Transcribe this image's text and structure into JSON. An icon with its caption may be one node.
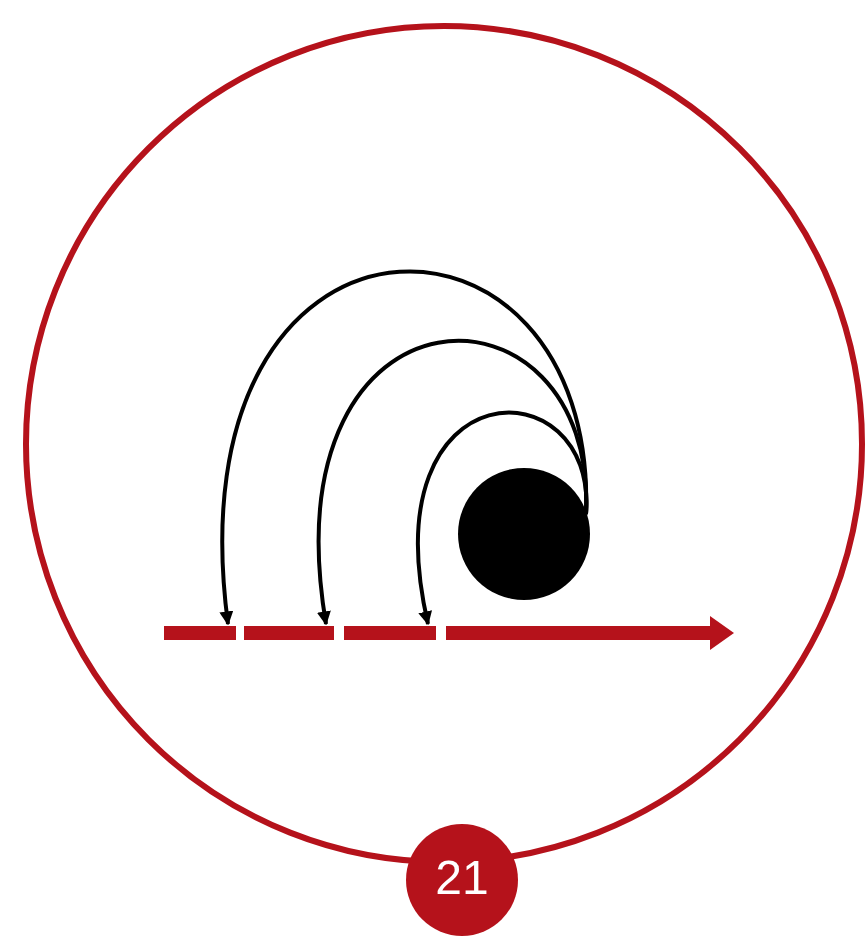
{
  "diagram": {
    "nodes": [
      {
        "text": [],
        "shape": "circle"
      },
      {
        "text": [],
        "shape": "bar"
      },
      {
        "text": [],
        "shape": "bar"
      },
      {
        "text": [],
        "shape": "bar"
      },
      {
        "text": [],
        "shape": "bar"
      },
      {
        "text": [
          "21"
        ]
      }
    ],
    "edges": [
      {
        "from": 0,
        "to": 1,
        "arrow": "to"
      },
      {
        "from": 0,
        "to": 2,
        "arrow": "to"
      },
      {
        "from": 0,
        "to": 3,
        "arrow": "to"
      }
    ]
  }
}
